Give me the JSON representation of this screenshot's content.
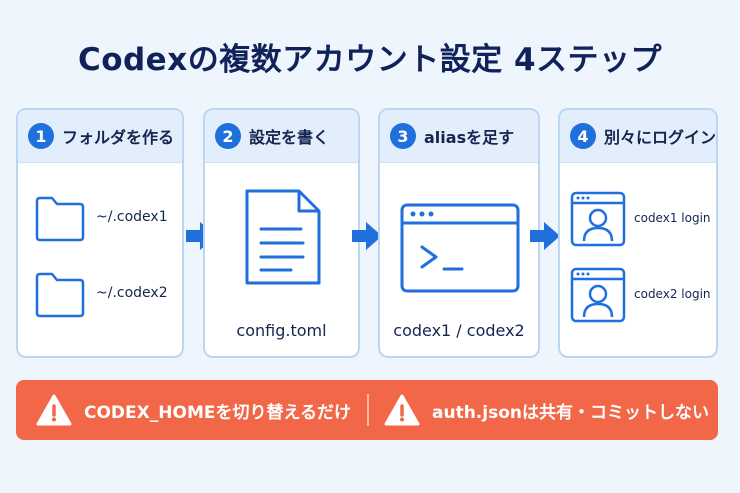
{
  "title": "Codexの複数アカウント設定 4ステップ",
  "steps": [
    {
      "number": "1",
      "title": "フォルダを作る",
      "folders": [
        "~/.codex1",
        "~/.codex2"
      ]
    },
    {
      "number": "2",
      "title": "設定を書く",
      "file_label": "config.toml"
    },
    {
      "number": "3",
      "title": "aliasを足す",
      "caption": "codex1 / codex2"
    },
    {
      "number": "4",
      "title": "別々にログイン",
      "logins": [
        "codex1 login",
        "codex2 login"
      ]
    }
  ],
  "warnings": [
    "CODEX_HOMEを切り替えるだけ",
    "auth.jsonは共有・コミットしない"
  ],
  "colors": {
    "accent": "#1f6fdc",
    "title": "#10225a",
    "warning": "#f26747",
    "panel_border": "#bcd5f2"
  }
}
